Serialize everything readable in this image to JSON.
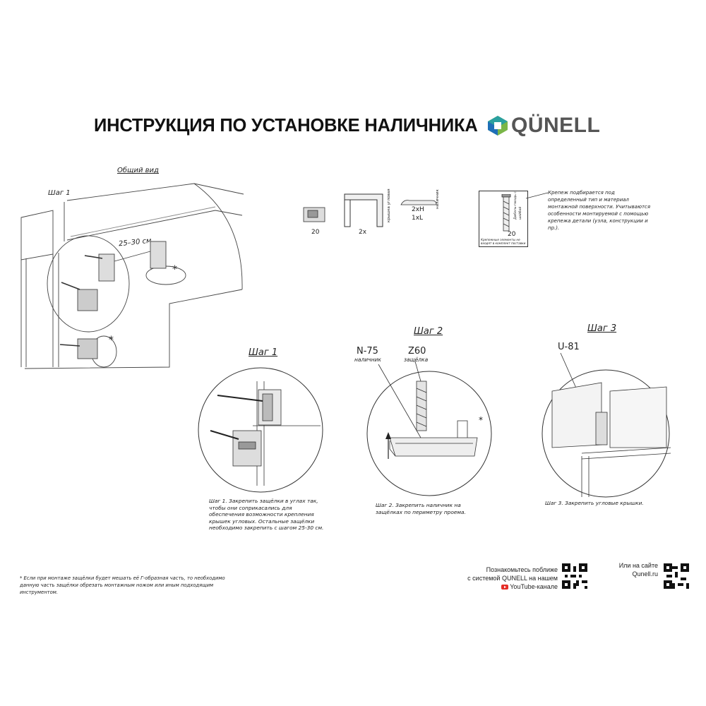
{
  "header": {
    "title": "ИНСТРУКЦИЯ ПО УСТАНОВКЕ НАЛИЧНИКА",
    "brand": "QÜNELL",
    "brand_colors": {
      "blue": "#1e6fb8",
      "green": "#7ab648",
      "teal": "#2aa0a0"
    }
  },
  "overview": {
    "label": "Общий вид",
    "step_label": "Шаг 1",
    "spacing": "25–30 см",
    "asterisk": "*"
  },
  "parts": [
    {
      "count": "20"
    },
    {
      "count": "2x",
      "side_label": "крышка угловая"
    },
    {
      "count": "2xH",
      "count2": "1xL",
      "side_label": "наличник"
    },
    {
      "count": "20",
      "side_label": "Дюбель-гвоздь с шайбой",
      "note": "Крепежные элементы не входят в комплект поставки"
    }
  ],
  "fastener_note": "Крепеж подбирается под определенный тип и материал монтажной поверхности. Учитываются особенности монтируемой с помощью крепежа детали (узла, конструкции и пр.).",
  "steps": [
    {
      "label": "Шаг 1",
      "caption_lead": "Шаг 1.",
      "caption": "Закрепить защёлки в углах так, чтобы они соприкасались для обеспечения возможности крепления крышек угловых. Остальные защёлки необходимо закрепить с шагом 25-30 см."
    },
    {
      "label": "Шаг 2",
      "callout1": "N-75",
      "callout1_sub": "наличник",
      "callout2": "Z60",
      "callout2_sub": "защёлка",
      "asterisk": "*",
      "caption_lead": "Шаг 2.",
      "caption": "Закрепить наличник на защёлках по периметру проема."
    },
    {
      "label": "Шаг 3",
      "callout1": "U-81",
      "caption_lead": "Шаг 3.",
      "caption": "Закрепить угловые крышки."
    }
  ],
  "footnote": "* Если при монтаже защёлки будет мешать её Г-образная часть, то необходимо данную часть защёлки обрезать монтажным ножом или иным подходящим инструментом.",
  "promo": {
    "line1": "Познакомьтесь поближе",
    "line2": "с системой QUNELL на нашем",
    "line3": "YouTube-канале",
    "site_line1": "Или на сайте",
    "site_line2": "Qunell.ru"
  }
}
